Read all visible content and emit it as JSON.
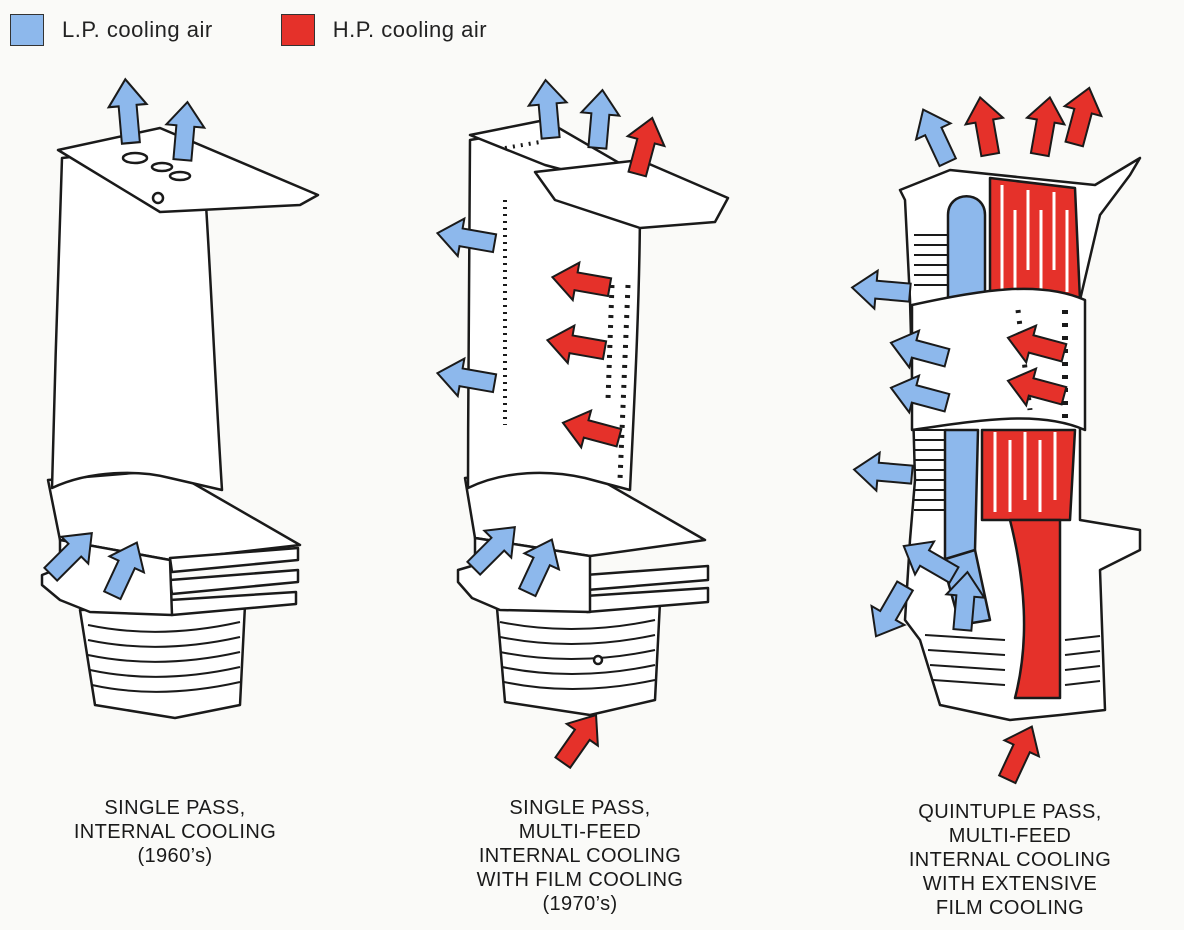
{
  "colors": {
    "lp": "#8db8ec",
    "hp": "#e5312a",
    "outline": "#1a1a1a",
    "metal": "#ffffff"
  },
  "legend": [
    {
      "label": "L.P. cooling air",
      "color_key": "lp"
    },
    {
      "label": "H.P. cooling air",
      "color_key": "hp"
    }
  ],
  "blades": [
    {
      "caption": [
        "SINGLE PASS,",
        "INTERNAL COOLING",
        "(1960’s)"
      ]
    },
    {
      "caption": [
        "SINGLE PASS,",
        "MULTI-FEED",
        "INTERNAL COOLING",
        "WITH FILM COOLING",
        "(1970’s)"
      ]
    },
    {
      "caption": [
        "QUINTUPLE PASS,",
        "MULTI-FEED",
        "INTERNAL COOLING",
        "WITH EXTENSIVE",
        "FILM COOLING"
      ]
    }
  ]
}
